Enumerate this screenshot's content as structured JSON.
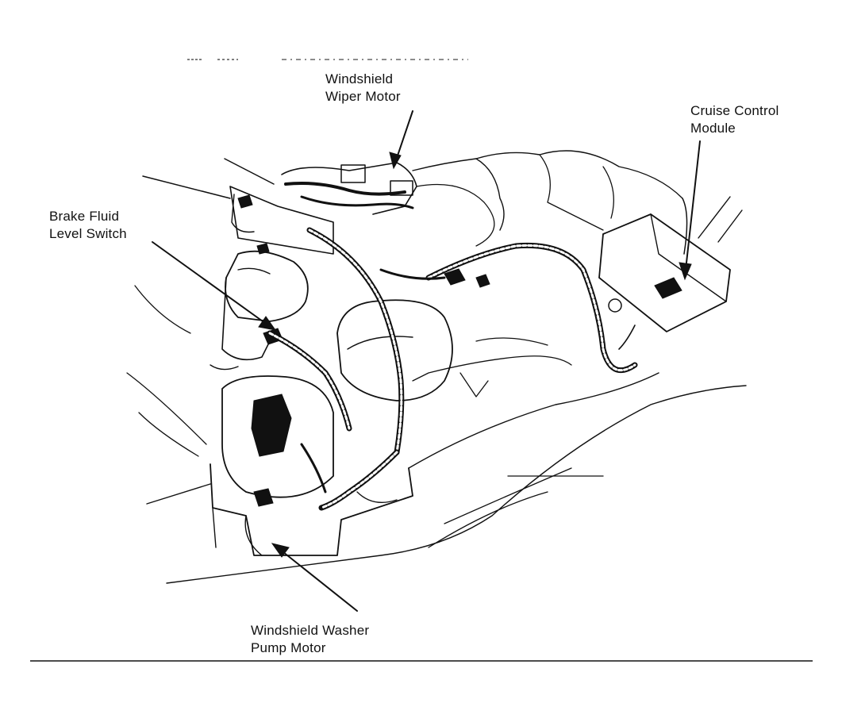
{
  "diagram": {
    "labels": {
      "wiper_motor": [
        "Windshield",
        "Wiper Motor"
      ],
      "cruise_control": [
        "Cruise Control",
        "Module"
      ],
      "brake_switch": [
        "Brake Fluid",
        "Level Switch"
      ],
      "washer_pump": [
        "Windshield Washer",
        "Pump Motor"
      ]
    }
  }
}
